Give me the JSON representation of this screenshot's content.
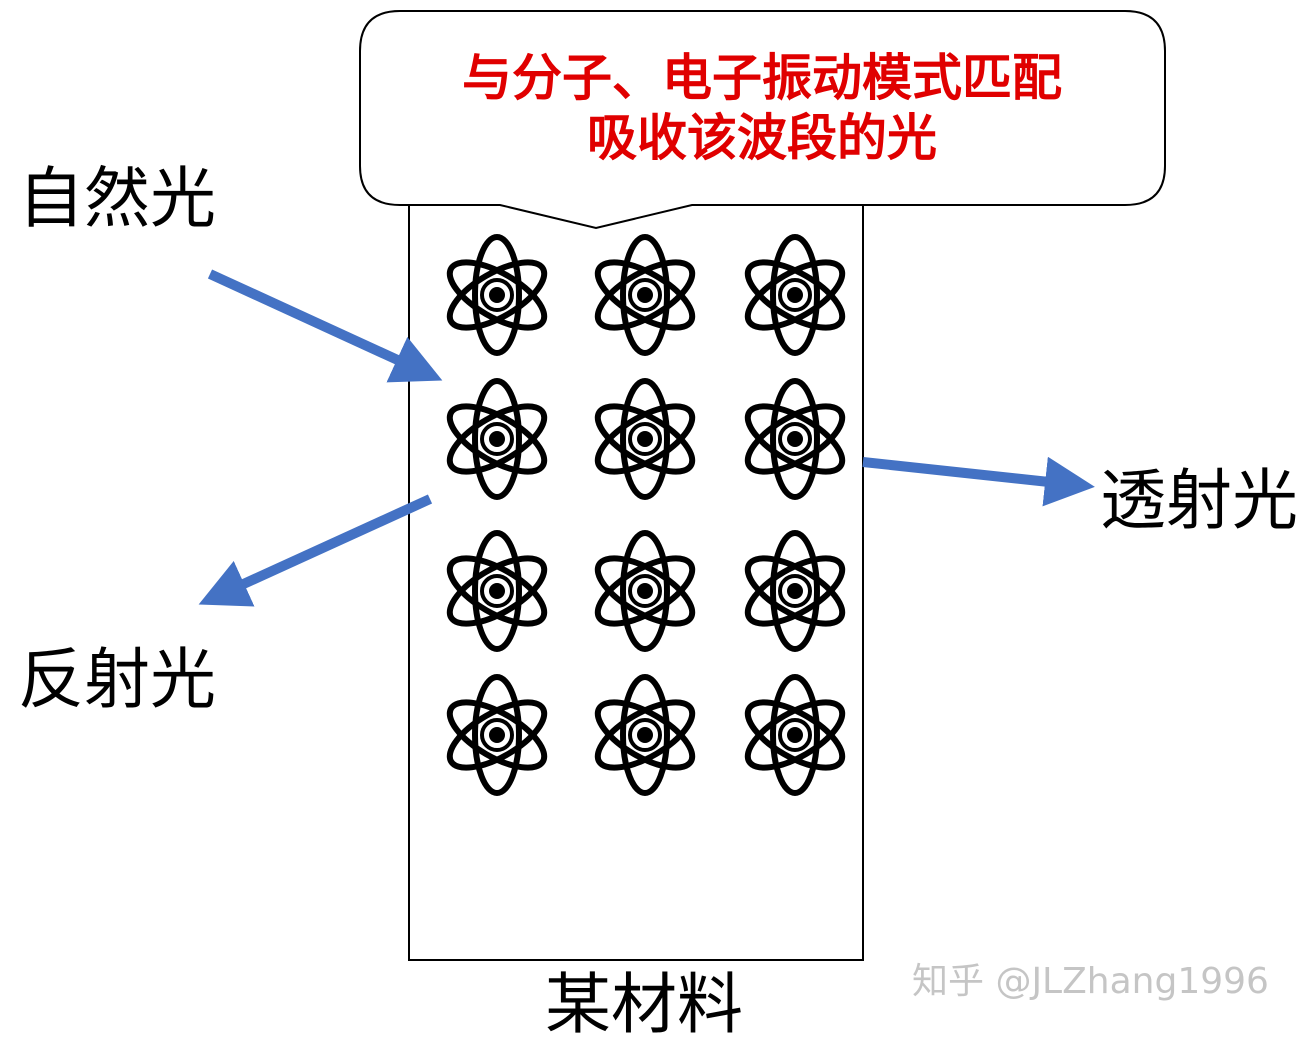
{
  "callout": {
    "line1": "与分子、电子振动模式匹配",
    "line2": "吸收该波段的光",
    "color": "#e00000"
  },
  "labels": {
    "natural_light": "自然光",
    "reflected_light": "反射光",
    "transmitted_light": "透射光",
    "material": "某材料"
  },
  "atoms": {
    "rows": 4,
    "cols": 3,
    "icon": "atom-icon"
  },
  "arrow_color": "#4472c4",
  "watermark": "知乎 @JLZhang1996"
}
